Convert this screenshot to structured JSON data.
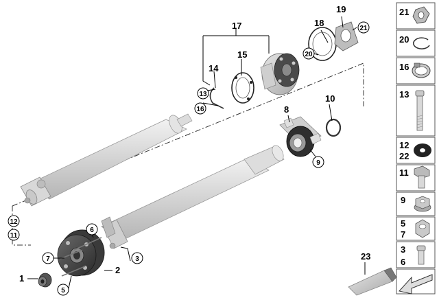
{
  "diagram": {
    "callouts": {
      "c1": "1",
      "c2": "2",
      "c3": "3",
      "c5": "5",
      "c6": "6",
      "c7": "7",
      "c8": "8",
      "c9": "9",
      "c10": "10",
      "c11": "11",
      "c12": "12",
      "c13": "13",
      "c14": "14",
      "c15": "15",
      "c16": "16",
      "c17": "17",
      "c18": "18",
      "c19": "19",
      "c20": "20",
      "c21": "21",
      "c23": "23"
    }
  },
  "legend": {
    "items": [
      {
        "labels": [
          "21"
        ],
        "icon": "nut-flange-icon"
      },
      {
        "labels": [
          "20"
        ],
        "icon": "circlip-icon"
      },
      {
        "labels": [
          "16"
        ],
        "icon": "hose-clamp-icon"
      },
      {
        "labels": [
          "13"
        ],
        "icon": "long-bolt-icon"
      },
      {
        "labels": [
          "12",
          "22"
        ],
        "icon": "washer-icon"
      },
      {
        "labels": [
          "11"
        ],
        "icon": "hex-bolt-icon"
      },
      {
        "labels": [
          "9"
        ],
        "icon": "collar-nut-icon"
      },
      {
        "labels": [
          "5",
          "7"
        ],
        "icon": "hex-nut-icon"
      },
      {
        "labels": [
          "3",
          "6"
        ],
        "icon": "short-bolt-icon"
      },
      {
        "labels": [],
        "icon": "direction-arrow-icon"
      }
    ]
  }
}
